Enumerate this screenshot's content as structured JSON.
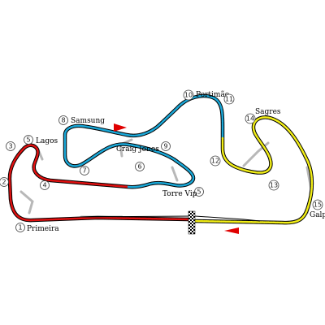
{
  "circuit": {
    "sectors": [
      {
        "id": 1,
        "color": "#e01010"
      },
      {
        "id": 2,
        "color": "#1aa8d8"
      },
      {
        "id": 3,
        "color": "#f2ee16"
      }
    ],
    "outline_color": "#000000",
    "runoff_color": "#b8b8b8",
    "direction_arrow_color": "#e00000"
  },
  "corners": [
    {
      "number": "1",
      "name": "Primeira"
    },
    {
      "number": "2",
      "name": ""
    },
    {
      "number": "3",
      "name": ""
    },
    {
      "number": "4",
      "name": ""
    },
    {
      "number": "5",
      "name": "Lagos"
    },
    {
      "number": "5",
      "name": "Torre Vip"
    },
    {
      "number": "6",
      "name": ""
    },
    {
      "number": "7",
      "name": ""
    },
    {
      "number": "8",
      "name": "Samsung"
    },
    {
      "number": "9",
      "name": "Craig Jones"
    },
    {
      "number": "10",
      "name": "Portimão"
    },
    {
      "number": "11",
      "name": ""
    },
    {
      "number": "12",
      "name": ""
    },
    {
      "number": "13",
      "name": ""
    },
    {
      "number": "14",
      "name": "Sagres"
    },
    {
      "number": "15",
      "name": "Galp"
    }
  ]
}
